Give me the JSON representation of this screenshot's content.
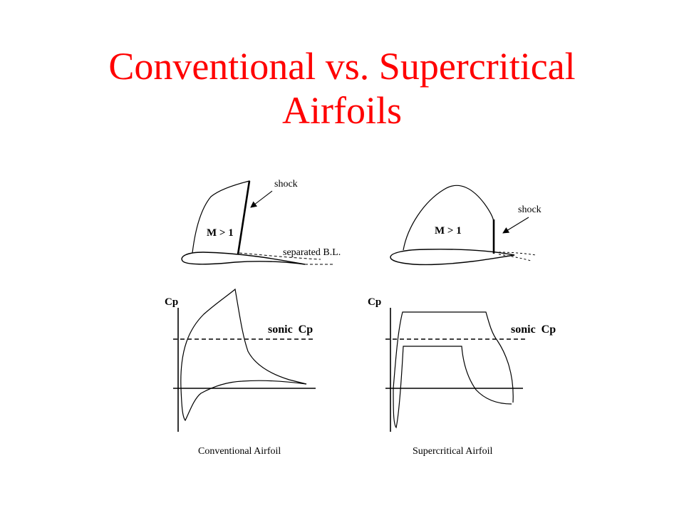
{
  "slide": {
    "title_line1": "Conventional vs. Supercritical",
    "title_line2": "Airfoils",
    "title_color": "#ff0000"
  },
  "conventional": {
    "flow_region_label": "M > 1",
    "shock_label": "shock",
    "separation_label": "separated B.L.",
    "axis_label": "Cp",
    "sonic_label": "sonic  Cp",
    "caption": "Conventional Airfoil"
  },
  "supercritical": {
    "flow_region_label": "M > 1",
    "shock_label": "shock",
    "axis_label": "Cp",
    "sonic_label": "sonic  Cp",
    "caption": "Supercritical Airfoil"
  }
}
